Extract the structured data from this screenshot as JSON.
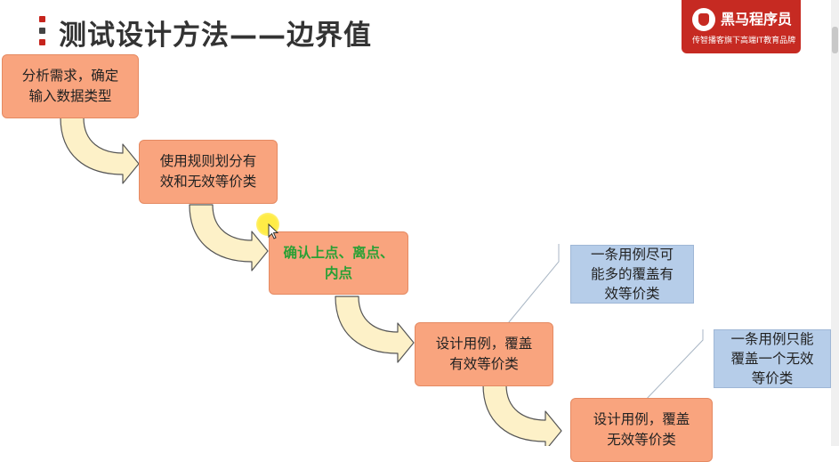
{
  "page": {
    "title": "测试设计方法——边界值"
  },
  "logo": {
    "name": "黑马程序员",
    "slogan": "传智播客旗下高端IT教育品牌"
  },
  "steps": [
    {
      "lines": [
        "分析需求，确定",
        "输入数据类型"
      ]
    },
    {
      "lines": [
        "使用规则划分有",
        "效和无效等价类"
      ]
    },
    {
      "lines": [
        "确认上点、离点、",
        "内点"
      ]
    },
    {
      "lines": [
        "设计用例，覆盖",
        "有效等价类"
      ]
    },
    {
      "lines": [
        "设计用例，覆盖",
        "无效等价类"
      ]
    }
  ],
  "notes": [
    {
      "lines": [
        "一条用例尽可",
        "能多的覆盖有",
        "效等价类"
      ]
    },
    {
      "lines": [
        "一条用例只能",
        "覆盖一个无效",
        "等价类"
      ]
    }
  ],
  "colors": {
    "step_fill": "#f9a47e",
    "highlight_text": "#2aa035",
    "note_fill": "#b6cde9",
    "arrow_fill": "#fdf1c8",
    "arrow_stroke": "#555555",
    "brand": "#c62a22"
  }
}
